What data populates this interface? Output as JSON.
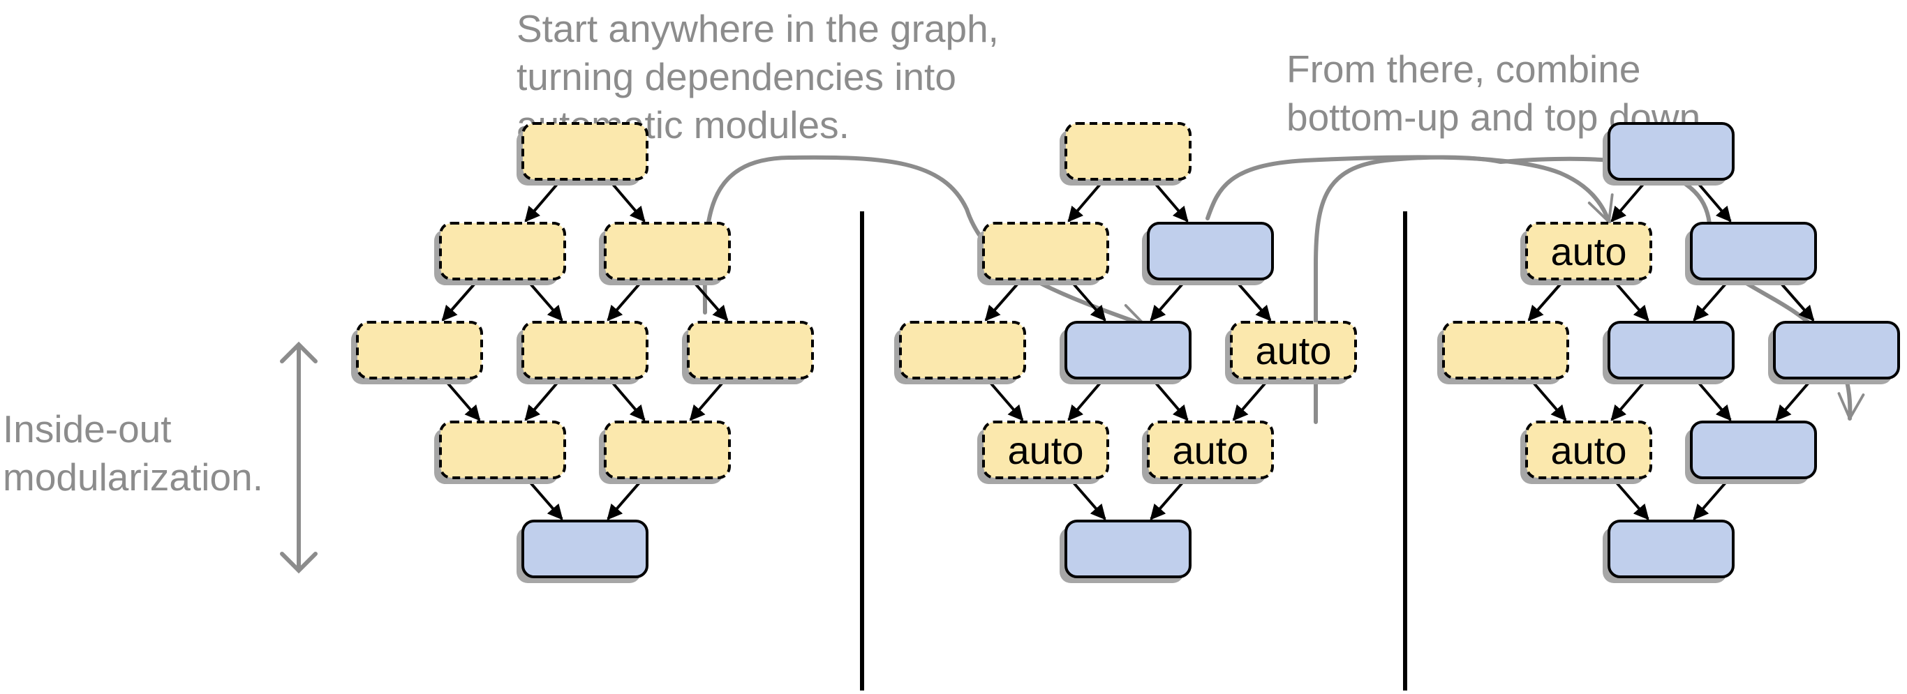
{
  "annotations": {
    "inside_out": [
      "Inside-out",
      "modularization."
    ],
    "start": [
      "Start anywhere in the graph,",
      "turning dependencies into",
      "automatic modules."
    ],
    "combine": [
      "From there, combine",
      "bottom-up and top down."
    ]
  },
  "module_label": "auto",
  "colors": {
    "plain_module_fill": "#fbe8ad",
    "named_module_fill": "#c0cfec",
    "shadow": "#a6a6a6",
    "annotation": "#8c8c8c",
    "edge": "#000000"
  },
  "panels": [
    {
      "name": "panel-1",
      "nodes": [
        {
          "id": "A",
          "kind": "plain",
          "label": ""
        },
        {
          "id": "B1",
          "kind": "plain",
          "label": ""
        },
        {
          "id": "B2",
          "kind": "plain",
          "label": ""
        },
        {
          "id": "C1",
          "kind": "plain",
          "label": ""
        },
        {
          "id": "C2",
          "kind": "plain",
          "label": ""
        },
        {
          "id": "C3",
          "kind": "plain",
          "label": ""
        },
        {
          "id": "D1",
          "kind": "plain",
          "label": ""
        },
        {
          "id": "D2",
          "kind": "plain",
          "label": ""
        },
        {
          "id": "E",
          "kind": "named",
          "label": ""
        }
      ]
    },
    {
      "name": "panel-2",
      "nodes": [
        {
          "id": "A",
          "kind": "plain",
          "label": ""
        },
        {
          "id": "B1",
          "kind": "plain",
          "label": ""
        },
        {
          "id": "B2",
          "kind": "named",
          "label": ""
        },
        {
          "id": "C1",
          "kind": "plain",
          "label": ""
        },
        {
          "id": "C2",
          "kind": "named",
          "label": ""
        },
        {
          "id": "C3",
          "kind": "plain",
          "label": "auto"
        },
        {
          "id": "D1",
          "kind": "plain",
          "label": "auto"
        },
        {
          "id": "D2",
          "kind": "plain",
          "label": "auto"
        },
        {
          "id": "E",
          "kind": "named",
          "label": ""
        }
      ]
    },
    {
      "name": "panel-3",
      "nodes": [
        {
          "id": "A",
          "kind": "named",
          "label": ""
        },
        {
          "id": "B1",
          "kind": "plain",
          "label": "auto"
        },
        {
          "id": "B2",
          "kind": "named",
          "label": ""
        },
        {
          "id": "C1",
          "kind": "plain",
          "label": ""
        },
        {
          "id": "C2",
          "kind": "named",
          "label": ""
        },
        {
          "id": "C3",
          "kind": "named",
          "label": ""
        },
        {
          "id": "D1",
          "kind": "plain",
          "label": "auto"
        },
        {
          "id": "D2",
          "kind": "named",
          "label": ""
        },
        {
          "id": "E",
          "kind": "named",
          "label": ""
        }
      ]
    }
  ],
  "edges": [
    [
      "A",
      "B1"
    ],
    [
      "A",
      "B2"
    ],
    [
      "B1",
      "C1"
    ],
    [
      "B1",
      "C2"
    ],
    [
      "B2",
      "C2"
    ],
    [
      "B2",
      "C3"
    ],
    [
      "C1",
      "D1"
    ],
    [
      "C2",
      "D1"
    ],
    [
      "C2",
      "D2"
    ],
    [
      "C3",
      "D2"
    ],
    [
      "D1",
      "E"
    ],
    [
      "D2",
      "E"
    ]
  ]
}
